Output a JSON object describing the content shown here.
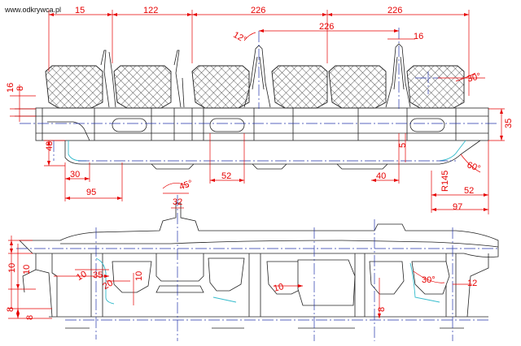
{
  "watermark": "www.odkrywca.pl",
  "dims": {
    "top_15": "15",
    "top_122": "122",
    "top_226a": "226",
    "top_226b": "226",
    "mid_226": "226",
    "angle_12": "12°",
    "w_16": "16",
    "angle_30": "30°",
    "left_16": "16",
    "left_8": "8",
    "left_43": "43",
    "bot_30": "30",
    "bot_95": "95",
    "bot_52": "52",
    "right_5": "5",
    "bot_40": "40",
    "right_35": "35",
    "angle_60": "60°",
    "r145": "R145",
    "right_52": "52",
    "right_97": "97",
    "angle_45": "45°",
    "d_32": "32",
    "low_10a": "10",
    "low_10b": "10",
    "low_10c": "10",
    "low_35": "35",
    "low_20": "20",
    "low_10d": "10",
    "low_8a": "8",
    "low_8b": "8",
    "low_10e": "10",
    "low_8c": "8",
    "low_30": "30°",
    "low_12": "12"
  },
  "colors": {
    "dimension": "#e60000",
    "centerline": "#2233aa",
    "cyan": "#33bbcc",
    "outline": "#222222"
  }
}
